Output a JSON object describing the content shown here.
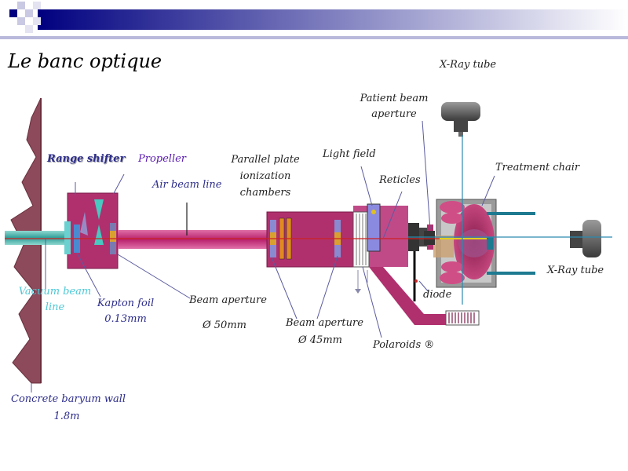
{
  "slide": {
    "title": "Le banc optique"
  },
  "labels": {
    "xray_tube_top": "X-Ray tube",
    "patient_beam_aperture_1": "Patient beam",
    "patient_beam_aperture_2": "aperture",
    "range_shifter": "Range shifter",
    "propeller": "Propeller",
    "parallel_plate_1": "Parallel plate",
    "parallel_plate_2": "ionization",
    "parallel_plate_3": "chambers",
    "light_field": "Light field",
    "treatment_chair": "Treatment chair",
    "air_beam_line": "Air beam line",
    "reticles": "Reticles",
    "xray_tube_right": "X-Ray tube",
    "vacuum_beam_line_1": "Vacuum beam",
    "vacuum_beam_line_2": "line",
    "kapton_foil_1": "Kapton foil",
    "kapton_foil_2": "0.13mm",
    "beam_aperture_50_1": "Beam aperture",
    "beam_aperture_50_2": "Ø   50mm",
    "beam_aperture_45_1": "Beam aperture",
    "beam_aperture_45_2": "Ø   45mm",
    "diode": "diode",
    "polaroids": "Polaroids ®",
    "concrete_wall_1": "Concrete baryum wall",
    "concrete_wall_2": "1.8m"
  },
  "colors": {
    "banner_dark": "#000080",
    "banner_light": "#ffffff",
    "magenta_housing": "#b0306e",
    "beam_tube": "#c2307a",
    "label_navy": "#2d2d8c",
    "label_purple": "#5a1bb0",
    "label_cyan": "#4cc8d6",
    "beam_red": "#cc2222",
    "guide_blue": "#2a8ab0"
  }
}
